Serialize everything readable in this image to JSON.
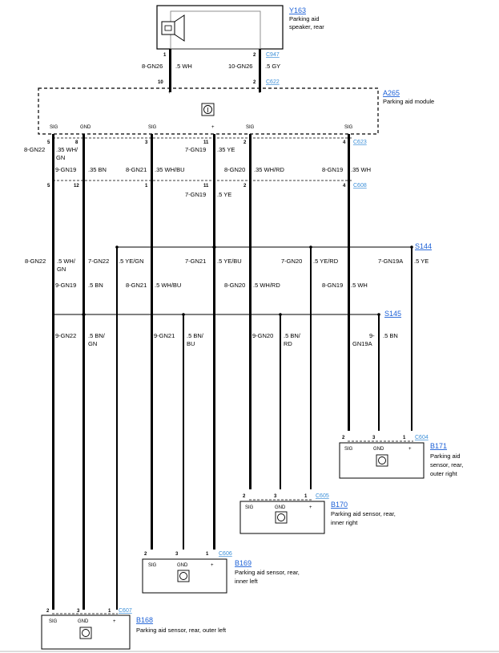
{
  "components": {
    "y163": {
      "ref": "Y163",
      "line1": "Parking aid",
      "line2": "speaker, rear"
    },
    "a265": {
      "ref": "A265",
      "line1": "Parking aid module"
    },
    "b171": {
      "ref": "B171",
      "line1": "Parking aid",
      "line2": "sensor, rear,",
      "line3": "outer right"
    },
    "b170": {
      "ref": "B170",
      "line1": "Parking aid sensor, rear,",
      "line2": "inner right"
    },
    "b169": {
      "ref": "B169",
      "line1": "Parking aid sensor, rear,",
      "line2": "inner left"
    },
    "b168": {
      "ref": "B168",
      "line1": "Parking aid sensor, rear, outer left"
    }
  },
  "connectors": {
    "c947": "C947",
    "c622": "C622",
    "c623": "C623",
    "c608": "C608",
    "c604": "C604",
    "c605": "C605",
    "c606": "C606",
    "c607": "C607"
  },
  "splices": {
    "s144": "S144",
    "s145": "S145"
  },
  "pins": {
    "p1": "1",
    "p2": "2",
    "p3": "3",
    "p4": "4",
    "p5": "5",
    "p8": "8",
    "p10": "10",
    "p11": "11",
    "p12": "12"
  },
  "module_labels": {
    "sig": "SIG",
    "gnd": "GND",
    "plus": "+",
    "minus": "-"
  },
  "wires": {
    "gn26_8": "8-GN26",
    "wh_05": ".5 WH",
    "gn26_10": "10-GN26",
    "gy_05": ".5 GY",
    "gn22_8": "8-GN22",
    "whgn_035_a": ".35 WH/",
    "whgn_035_b": "GN",
    "gn19_9": "9-GN19",
    "bn_035": ".35 BN",
    "gn21_8": "8-GN21",
    "whbu_035": ".35 WH/BU",
    "gn19_7": "7-GN19",
    "ye_035": ".35 YE",
    "gn20_8": "8-GN20",
    "whrd_035": ".35 WH/RD",
    "gn19_8": "8-GN19",
    "wh_035": ".35 WH",
    "ye_05": ".5 YE",
    "whgn_05_a": ".5 WH/",
    "whgn_05_b": "GN",
    "gn22_7": "7-GN22",
    "yegn_05": ".5 YE/GN",
    "gn21_7": "7-GN21",
    "yebu_05": ".5 YE/BU",
    "gn20_7": "7-GN20",
    "yerd_05": ".5 YE/RD",
    "gn19a_7": "7-GN19A",
    "bn_05": ".5 BN",
    "whbu_05": ".5 WH/BU",
    "whrd_05": ".5 WH/RD",
    "gn22_9": "9-GN22",
    "bngn_05_a": ".5 BN/",
    "bngn_05_b": "GN",
    "gn21_9": "9-GN21",
    "bnbu_05_a": ".5 BN/",
    "bnbu_05_b": "BU",
    "gn20_9": "9-GN20",
    "bnrd_05_a": ".5 BN/",
    "bnrd_05_b": "RD",
    "gn19a_9_a": "9-",
    "gn19a_9_b": "GN19A"
  }
}
